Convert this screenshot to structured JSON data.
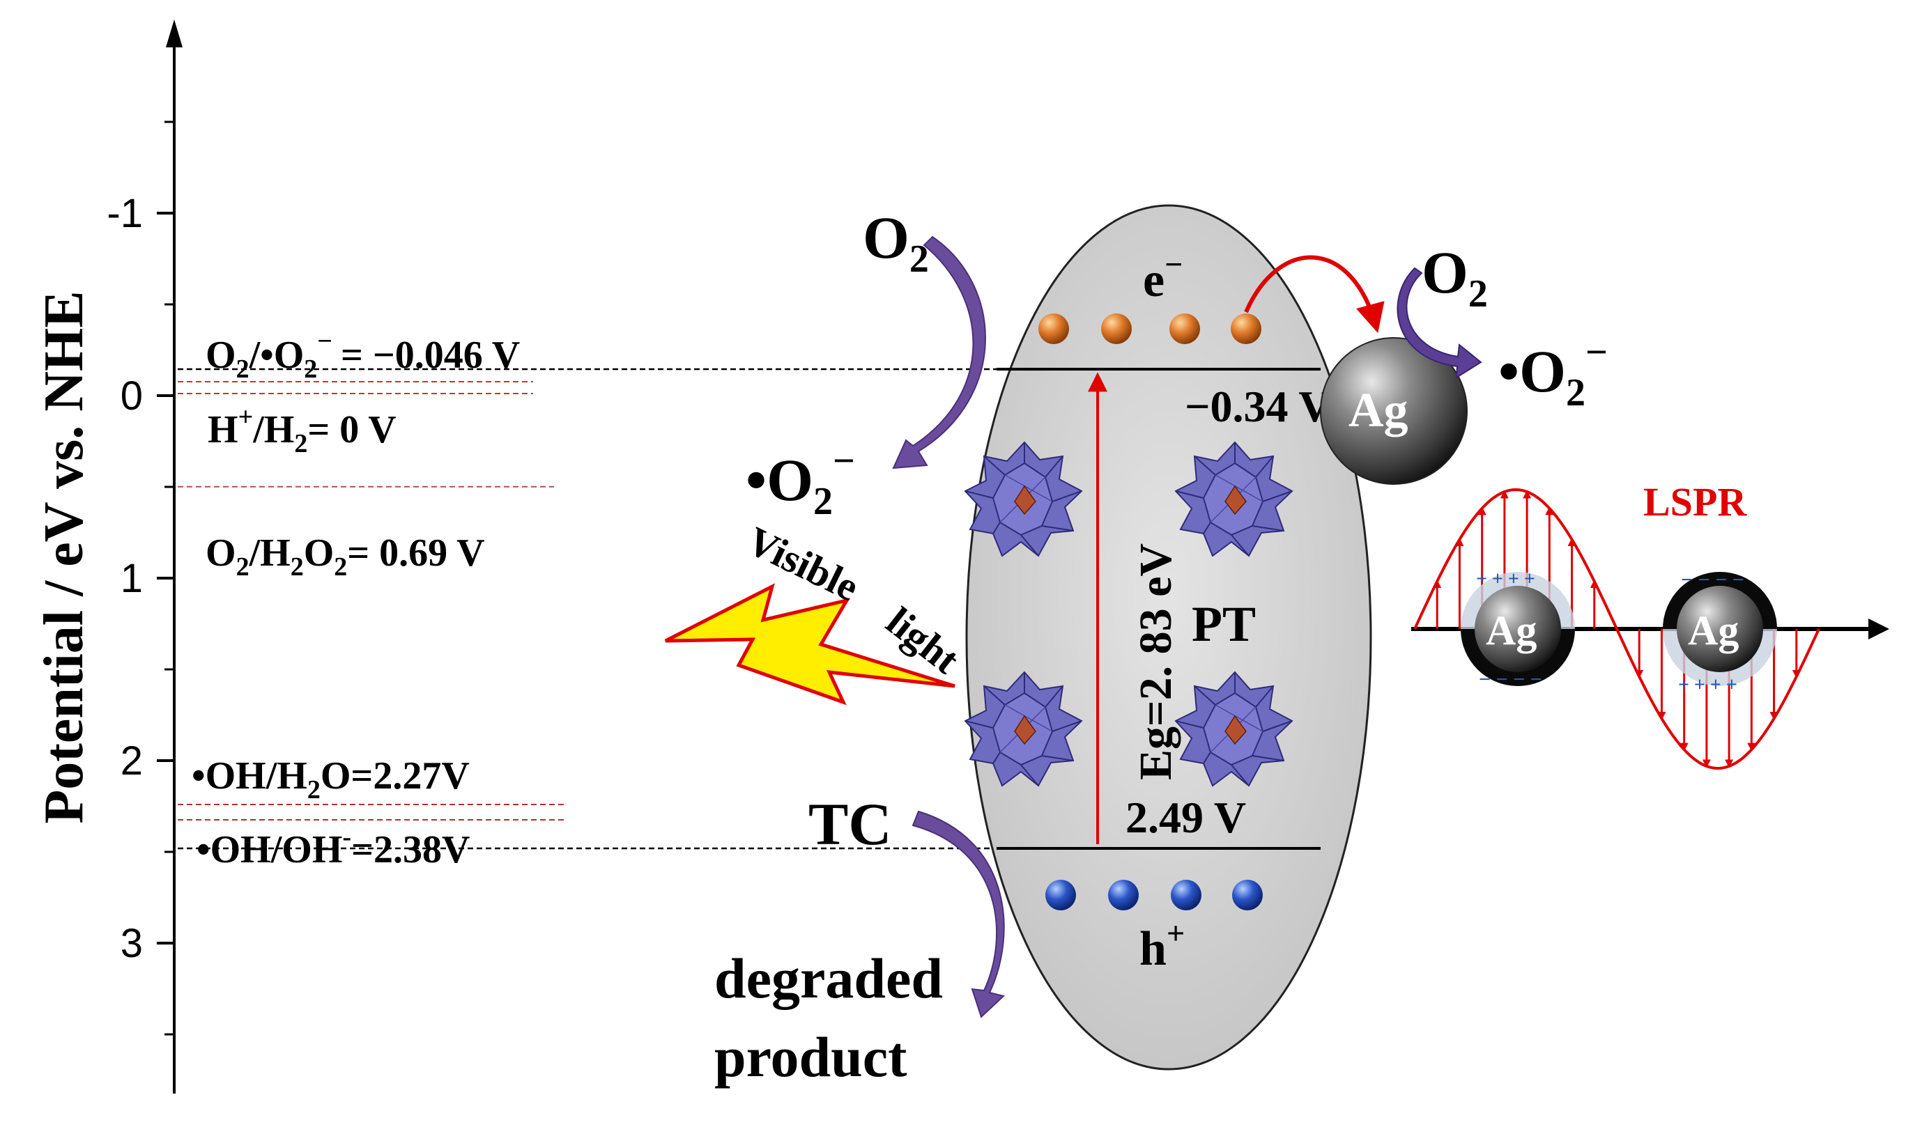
{
  "axis": {
    "ylabel": "Potential / eV vs. NHE",
    "ticks": [
      {
        "value": -1,
        "label": "-1"
      },
      {
        "value": 0,
        "label": "0"
      },
      {
        "value": 1,
        "label": "1"
      },
      {
        "value": 2,
        "label": "2"
      },
      {
        "value": 3,
        "label": "3"
      }
    ]
  },
  "levels": {
    "o2_superoxide": {
      "prefix": "O",
      "sub": "2",
      "mid": "/•O",
      "sub2": "2",
      "sup": "−",
      "suffix": "= −0.046 V",
      "value": -0.046
    },
    "h_h2": {
      "prefix": "H",
      "sup": "+",
      "mid": "/H",
      "sub": "2",
      "suffix": "= 0 V",
      "value": 0
    },
    "o2_h2o2": {
      "prefix": "O",
      "sub": "2",
      "mid": "/H",
      "sub2": "2",
      "mid2": "O",
      "sub3": "2",
      "suffix": "= 0.69 V",
      "value": 0.69
    },
    "oh_h2o": {
      "prefix": "•OH/H",
      "sub": "2",
      "suffix": "O=2.27V",
      "value": 2.27
    },
    "oh_oh": {
      "prefix": "•OH/OH",
      "sup": "-",
      "suffix": "=2.38V",
      "value": 2.38
    }
  },
  "band": {
    "cb": {
      "label": "−0.34 V",
      "value": -0.34
    },
    "vb": {
      "label": "2.49 V",
      "value": 2.49
    },
    "gap": "Eg=2. 83 eV",
    "material": "PT",
    "electron": {
      "base": "e",
      "sup": "−"
    },
    "hole": {
      "base": "h",
      "sup": "+"
    }
  },
  "species": {
    "o2_left": {
      "base": "O",
      "sub": "2"
    },
    "superoxide_left": {
      "base": "•O",
      "sub": "2",
      "sup": "−"
    },
    "o2_right": {
      "base": "O",
      "sub": "2"
    },
    "superoxide_right": {
      "base": "•O",
      "sub": "2",
      "sup": "−"
    },
    "tc": "TC",
    "degraded_1": "degraded",
    "degraded_2": "product"
  },
  "light": {
    "word1": "Visible",
    "word2": "light"
  },
  "ag": {
    "label": "Ag"
  },
  "lspr": {
    "label": "LSPR"
  },
  "colors": {
    "red": "#e00000",
    "purple": "#6a4c9c",
    "ellipse": "#d5d5d5",
    "electron": "#e07a2a",
    "hole": "#2a55c8",
    "polyhedron": "#6e6cc0",
    "bolt": "#ffee00"
  }
}
